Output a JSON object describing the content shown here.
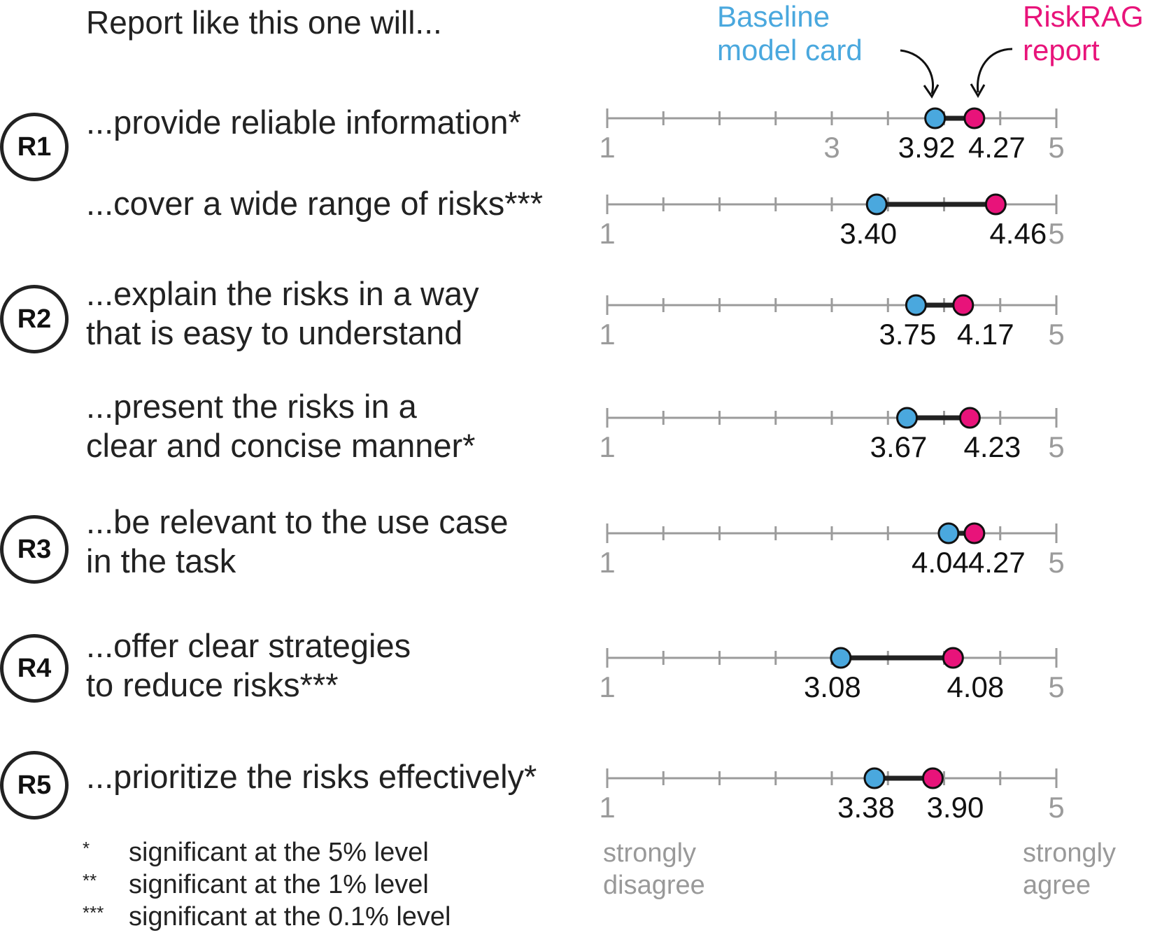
{
  "title": "Report like this one will...",
  "legend": {
    "baseline": {
      "lines": [
        "Baseline",
        "model card"
      ],
      "color": "#4aa8de"
    },
    "riskrag": {
      "lines": [
        "RiskRAG",
        "report"
      ],
      "color": "#e8137a"
    }
  },
  "badges": [
    "R1",
    "R2",
    "R3",
    "R4",
    "R5"
  ],
  "footnotes": [
    {
      "mark": "*",
      "text": "significant at the 5% level"
    },
    {
      "mark": "**",
      "text": "significant at the 1% level"
    },
    {
      "mark": "***",
      "text": "significant at the 0.1% level"
    }
  ],
  "scale_labels": {
    "left": [
      "strongly",
      "disagree"
    ],
    "right": [
      "strongly",
      "agree"
    ]
  },
  "chart_data": {
    "type": "dumbbell",
    "xlim": [
      1,
      5
    ],
    "series_colors": {
      "baseline": "#4aa8de",
      "riskrag": "#e8137a"
    },
    "rows": [
      {
        "group": "R1",
        "lines": [
          "...provide reliable information*"
        ],
        "baseline": 3.92,
        "riskrag": 4.27,
        "baseline_label": "3.92",
        "riskrag_label": "4.27",
        "axis_labels": [
          "1",
          "3",
          "5"
        ]
      },
      {
        "group": "R1",
        "lines": [
          "...cover a wide range of risks***"
        ],
        "baseline": 3.4,
        "riskrag": 4.46,
        "baseline_label": "3.40",
        "riskrag_label": "4.46",
        "axis_labels": [
          "1",
          "5"
        ]
      },
      {
        "group": "R2",
        "lines": [
          "...explain the risks in a way",
          "that is easy to understand"
        ],
        "baseline": 3.75,
        "riskrag": 4.17,
        "baseline_label": "3.75",
        "riskrag_label": "4.17",
        "axis_labels": [
          "1",
          "5"
        ]
      },
      {
        "group": "R2",
        "lines": [
          "...present the risks in a",
          "clear and concise manner*"
        ],
        "baseline": 3.67,
        "riskrag": 4.23,
        "baseline_label": "3.67",
        "riskrag_label": "4.23",
        "axis_labels": [
          "1",
          "5"
        ]
      },
      {
        "group": "R3",
        "lines": [
          "...be relevant to the use case",
          "in the task"
        ],
        "baseline": 4.04,
        "riskrag": 4.27,
        "baseline_label": "4.04",
        "riskrag_label": "4.27",
        "axis_labels": [
          "1",
          "5"
        ]
      },
      {
        "group": "R4",
        "lines": [
          "...offer clear strategies",
          "to reduce risks***"
        ],
        "baseline": 3.08,
        "riskrag": 4.08,
        "baseline_label": "3.08",
        "riskrag_label": "4.08",
        "axis_labels": [
          "1",
          "5"
        ]
      },
      {
        "group": "R5",
        "lines": [
          "...prioritize the risks effectively*"
        ],
        "baseline": 3.38,
        "riskrag": 3.9,
        "baseline_label": "3.38",
        "riskrag_label": "3.90",
        "axis_labels": [
          "1",
          "5"
        ]
      }
    ]
  }
}
